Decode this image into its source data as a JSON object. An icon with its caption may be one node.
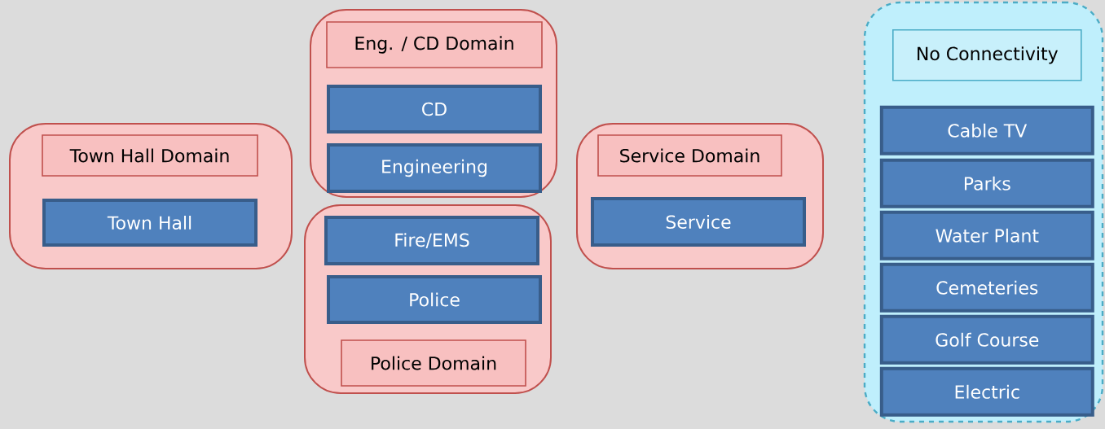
{
  "diagram": {
    "nodes": [
      {
        "text": [],
        "shape": "box"
      },
      {
        "text": [
          "Town Hall Domain"
        ],
        "in": 0
      },
      {
        "text": [
          "Town Hall"
        ],
        "in": 0
      },
      {
        "text": [],
        "shape": "box"
      },
      {
        "text": [
          "Eng. / CD Domain"
        ],
        "in": 3
      },
      {
        "text": [
          "CD"
        ],
        "in": 3
      },
      {
        "text": [
          "Engineering"
        ],
        "in": 3
      },
      {
        "text": [],
        "shape": "box"
      },
      {
        "text": [
          "Fire/EMS"
        ],
        "in": 7
      },
      {
        "text": [
          "Police"
        ],
        "in": 7
      },
      {
        "text": [
          "Police Domain"
        ],
        "in": 7
      },
      {
        "text": [],
        "shape": "box"
      },
      {
        "text": [
          "Service Domain"
        ],
        "in": 11
      },
      {
        "text": [
          "Service"
        ],
        "in": 11
      },
      {
        "text": [],
        "shape": "box"
      },
      {
        "text": [
          "No Connectivity"
        ],
        "in": 14
      },
      {
        "text": [
          "Cable TV"
        ],
        "in": 14
      },
      {
        "text": [
          "Parks"
        ],
        "in": 14
      },
      {
        "text": [
          "Water Plant"
        ],
        "in": 14
      },
      {
        "text": [
          "Cemeteries"
        ],
        "in": 14
      },
      {
        "text": [
          "Golf Course"
        ],
        "in": 14
      },
      {
        "text": [
          "Electric"
        ],
        "in": 14
      }
    ]
  }
}
